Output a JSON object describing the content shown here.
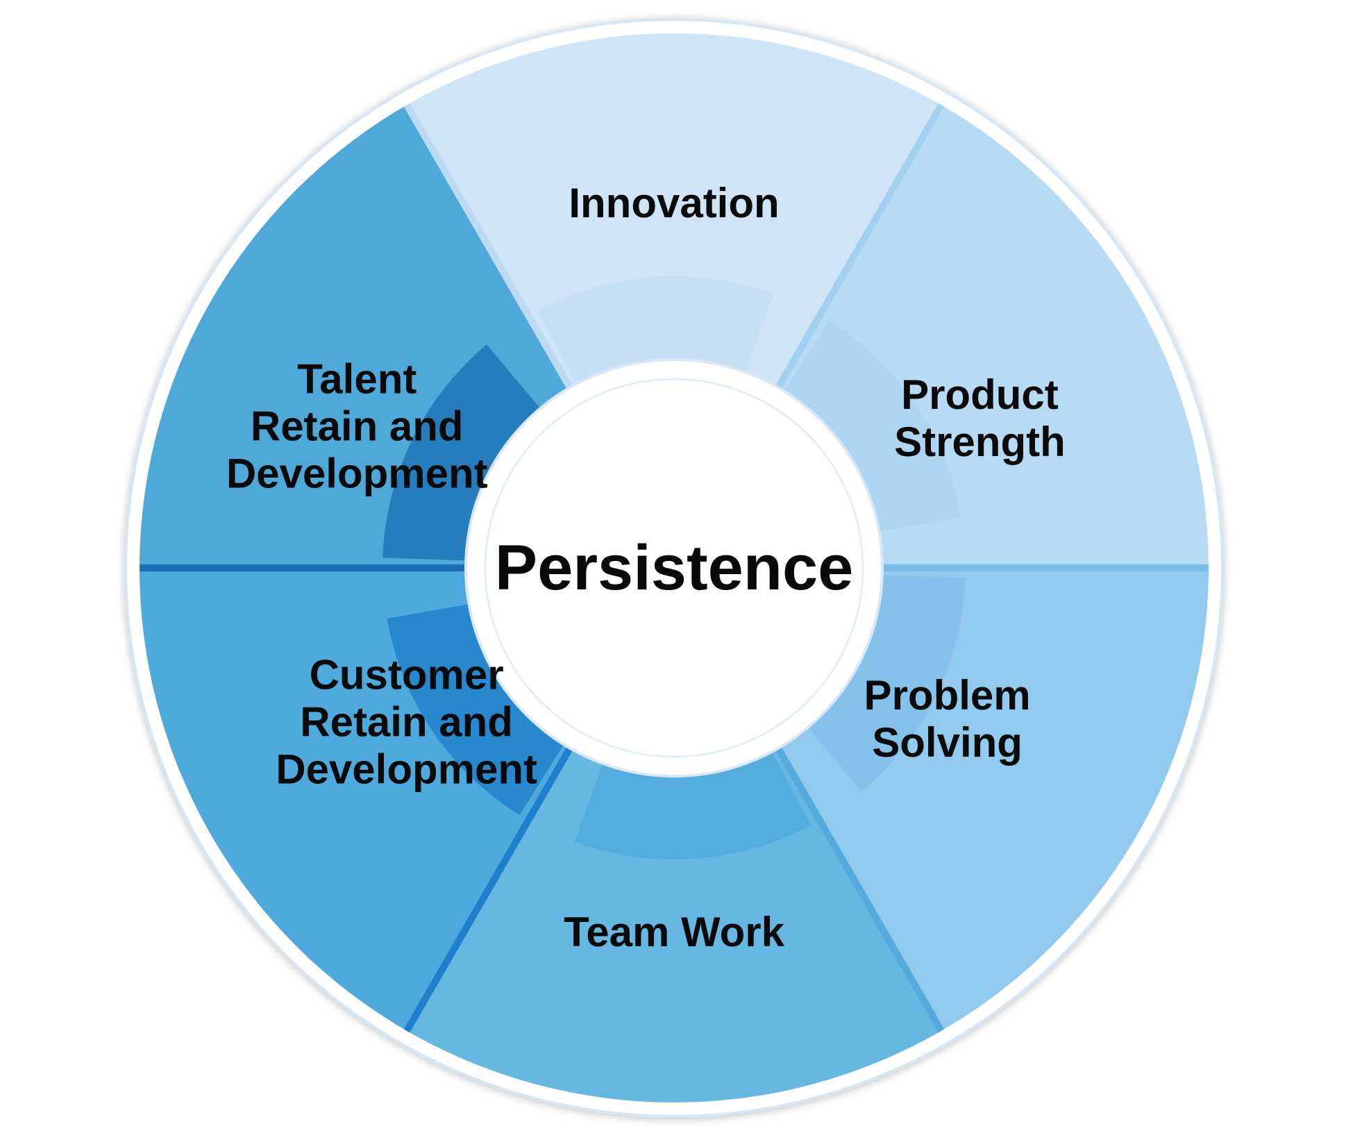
{
  "center": {
    "label": "Persistence"
  },
  "segments": [
    {
      "id": "innovation",
      "lines": [
        "Innovation"
      ],
      "color": "#cfe5f7",
      "edge_color": "#bcdaf2",
      "inner_color": "#c2def4"
    },
    {
      "id": "product-strength",
      "lines": [
        "Product",
        "Strength"
      ],
      "color": "#b7dbf4",
      "edge_color": "#a4d0f0",
      "inner_color": "#a9d3f1"
    },
    {
      "id": "problem-solving",
      "lines": [
        "Problem",
        "Solving"
      ],
      "color": "#92caee",
      "edge_color": "#7bbce9",
      "inner_color": "#7fbdea"
    },
    {
      "id": "team-work",
      "lines": [
        "Team Work"
      ],
      "color": "#66b7e2",
      "edge_color": "#55aadc",
      "inner_color": "#4fa8dc"
    },
    {
      "id": "customer-retain",
      "lines": [
        "Customer",
        "Retain and",
        "Development"
      ],
      "color": "#4eaadd",
      "edge_color": "#1f7fca",
      "inner_color": "#1c7cc8"
    },
    {
      "id": "talent-retain",
      "lines": [
        "Talent",
        "Retain and",
        "Development"
      ],
      "color": "#4ea9d8",
      "edge_color": "#1c6fb5",
      "inner_color": "#1a6fb3"
    }
  ],
  "colors": {
    "outer_ring": "#ffffff",
    "outer_ring_stroke": "#d6e6f4",
    "center_fill": "#ffffff",
    "center_stroke": "#dbe8f4",
    "text": "#0a0a0a"
  }
}
